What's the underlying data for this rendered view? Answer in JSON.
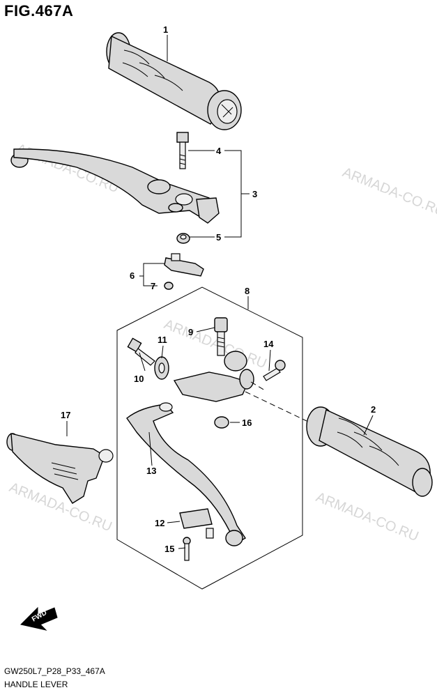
{
  "figure": {
    "title": "FIG.467A"
  },
  "footer": {
    "code": "GW250L7_P28_P33_467A",
    "name": "HANDLE LEVER"
  },
  "watermark": {
    "text": "ARMADA-CO.RU"
  },
  "fwd_label": "FWD",
  "callouts": {
    "c1": "1",
    "c2": "2",
    "c3": "3",
    "c4": "4",
    "c5": "5",
    "c6": "6",
    "c7": "7",
    "c8": "8",
    "c9": "9",
    "c10": "10",
    "c11": "11",
    "c12": "12",
    "c13": "13",
    "c14": "14",
    "c15": "15",
    "c16": "16",
    "c17": "17"
  },
  "colors": {
    "part_fill": "#d9d9d9",
    "line": "#000000",
    "watermark": "#d6d6d6"
  }
}
